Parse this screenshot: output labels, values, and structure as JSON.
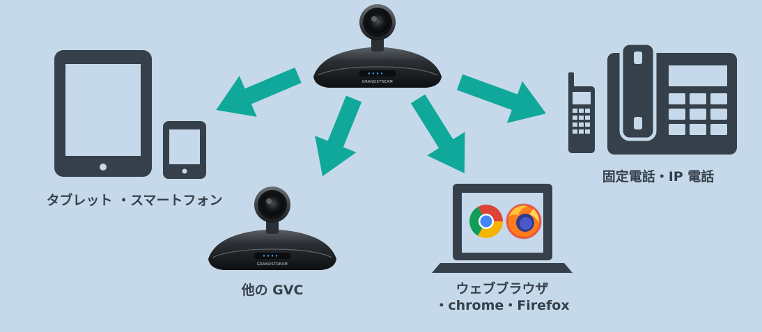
{
  "colors": {
    "background": "#c5d9ea",
    "arrow": "#0fa89a",
    "device": "#36404a",
    "chrome_red": "#db4437",
    "chrome_yellow": "#f4b400",
    "chrome_green": "#0f9d58",
    "chrome_blue": "#4285f4",
    "firefox_orange": "#ff7b1c"
  },
  "center_device": {
    "icon": "video-conference-camera-icon",
    "brand": "GRANDSTREAM"
  },
  "targets": {
    "tablet_phone": {
      "icon": "tablet-smartphone-icon",
      "label": "タブレット ・スマートフォン"
    },
    "other_gvc": {
      "icon": "video-conference-camera-icon",
      "brand": "GRANDSTREAM",
      "label": "他の GVC"
    },
    "web_browser": {
      "icon": "laptop-icon",
      "browser_icons": [
        "chrome-icon",
        "firefox-icon"
      ],
      "label_line1": "ウェブブラウザ",
      "label_line2": "・chrome・Firefox"
    },
    "phones": {
      "icon": "desk-phone-cordless-phone-icon",
      "label": "固定電話・IP 電話"
    }
  }
}
